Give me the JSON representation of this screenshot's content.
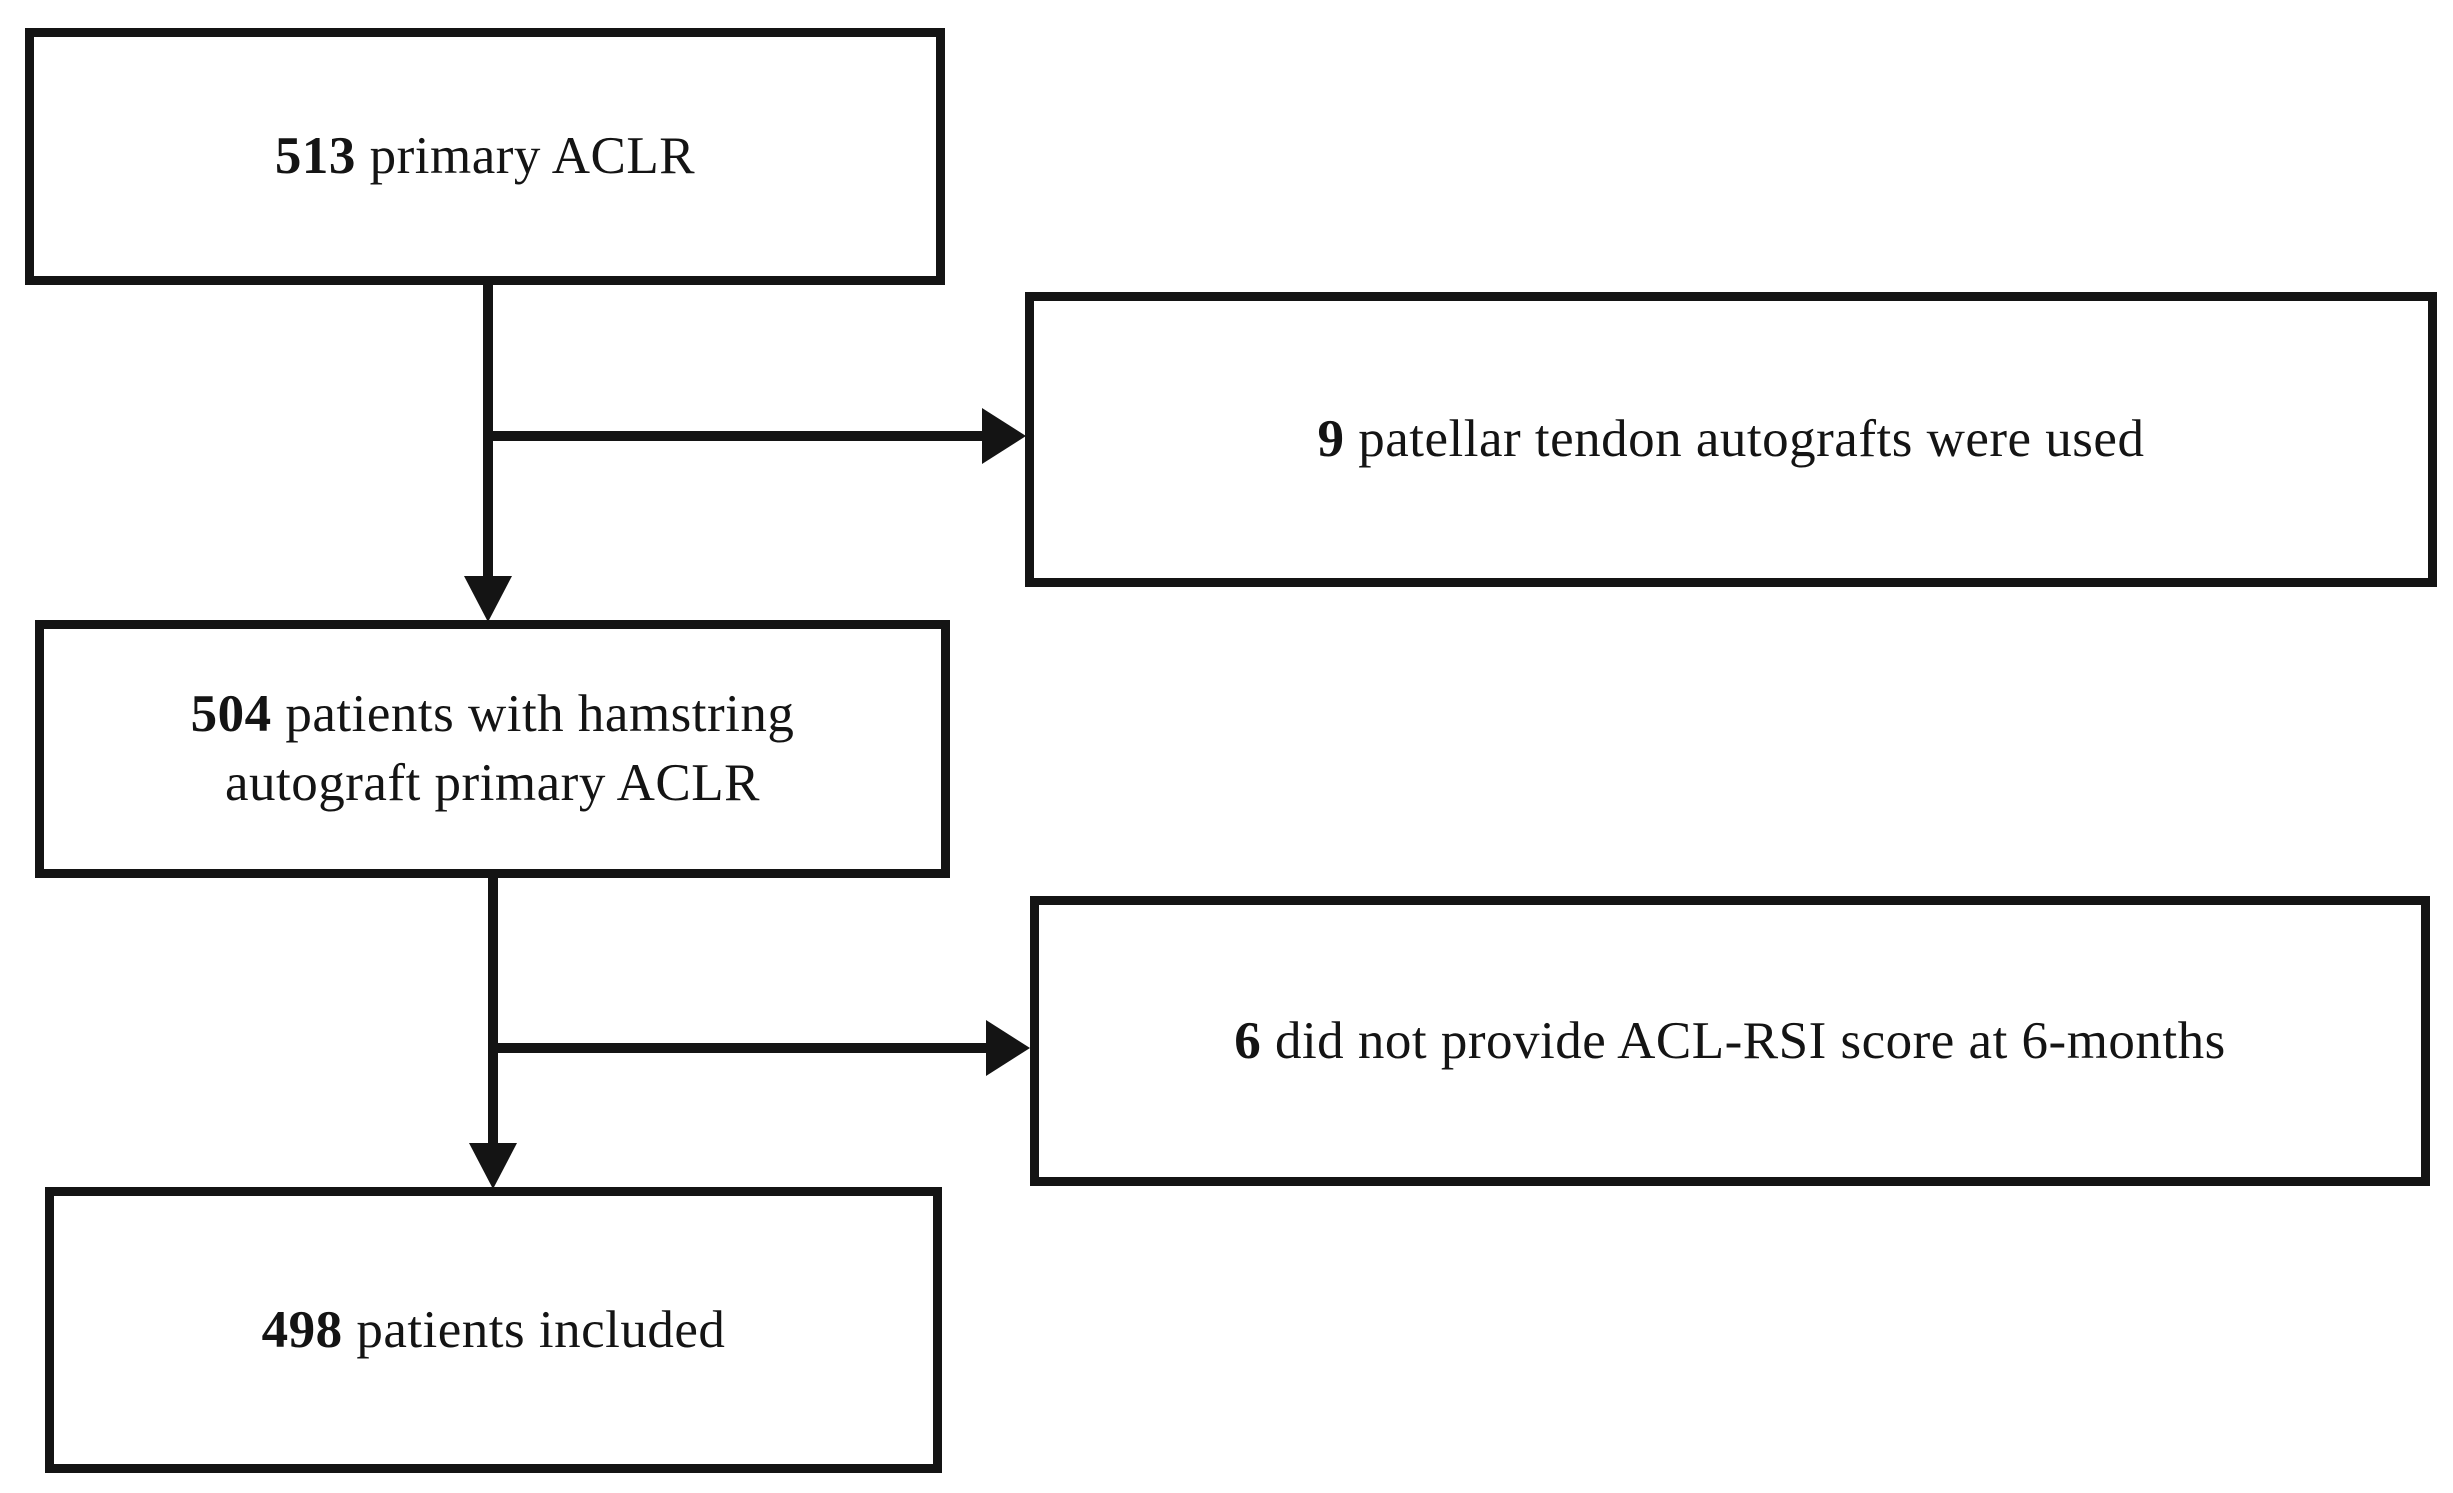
{
  "diagram": {
    "type": "flowchart",
    "colors": {
      "line": "#141414",
      "background": "#ffffff",
      "text": "#141414"
    },
    "boxes": {
      "primary": {
        "number": "513",
        "label": "primary ACLR"
      },
      "patellar_exclusion": {
        "number": "9",
        "label": "patellar tendon autografts were used"
      },
      "hamstring": {
        "number": "504",
        "line1_rest": "patients with hamstring",
        "line2": "autograft primary ACLR"
      },
      "no_score_exclusion": {
        "number": "6",
        "label": "did not provide ACL-RSI score at 6-months"
      },
      "included": {
        "number": "498",
        "label": "patients included"
      }
    }
  }
}
